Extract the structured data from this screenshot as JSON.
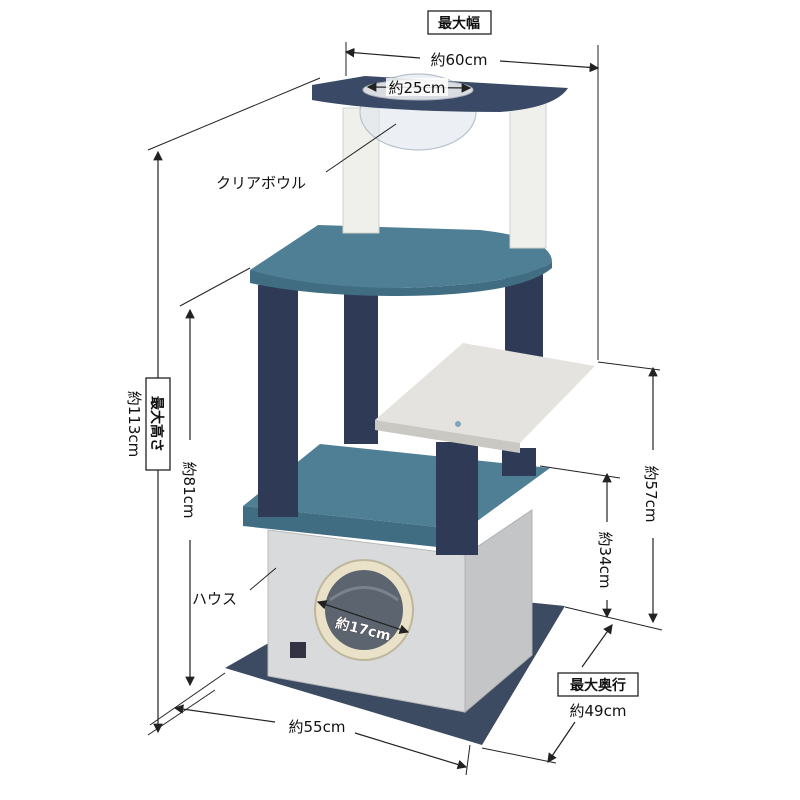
{
  "labels": {
    "max_width_title": "最大幅",
    "max_width_value": "約60cm",
    "bowl_diameter": "約25cm",
    "clear_bowl": "クリアボウル",
    "max_height_title": "最大高さ",
    "max_height_value": "約113cm",
    "height_81": "約81cm",
    "height_57": "約57cm",
    "height_34": "約34cm",
    "house": "ハウス",
    "entrance": "約17cm",
    "max_depth_title": "最大奥行",
    "max_depth_value": "約49cm",
    "base_width": "約55cm"
  },
  "colors": {
    "navy": "#3a4a66",
    "teal": "#4f7f95",
    "cream": "#e8e6df",
    "house_grey": "#d8d9da",
    "base_mat": "#3d4b62"
  }
}
